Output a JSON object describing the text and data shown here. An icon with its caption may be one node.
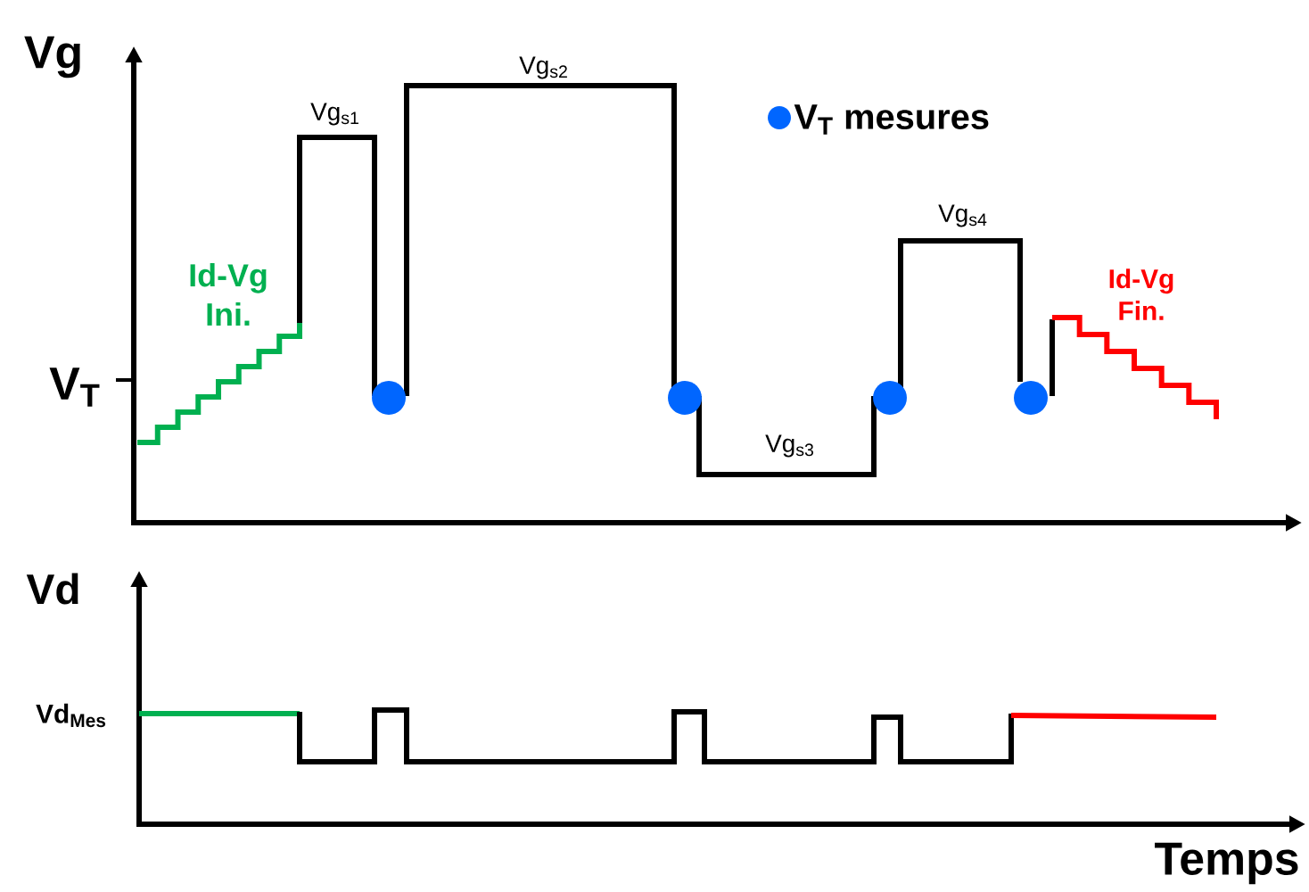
{
  "diagram": {
    "labels": [
      "Vg",
      "Vg$_{s2}$",
      "Vg$_{s1}$",
      "Vg$_{s4}$",
      "Id-Vg Ini.",
      "Id-Vg Fin.",
      "V$_{T}$",
      "Vg$_{s3}$",
      "Vd",
      "Vd$_{Mes}$",
      "Temps"
    ],
    "legend": [
      {
        "text": "V$_{T}$ mesures",
        "color": "#0066ff"
      }
    ]
  }
}
